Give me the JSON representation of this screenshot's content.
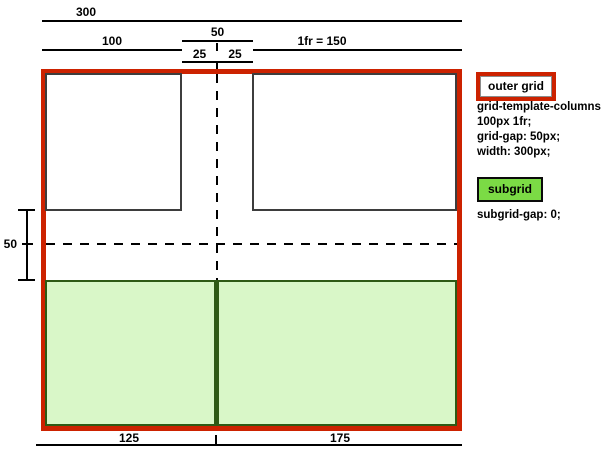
{
  "diagram": {
    "top": {
      "total_width": "300",
      "col1": "100",
      "col_gap": "50",
      "gap_half_left": "25",
      "gap_half_right": "25",
      "col2": "1fr = 150"
    },
    "left": {
      "row_gap": "50"
    },
    "bottom": {
      "sub_col1": "125",
      "sub_col2": "175"
    }
  },
  "legend": {
    "outer": {
      "label": "outer grid",
      "line1": "grid-template-columns:",
      "line2": "100px 1fr;",
      "line3": "grid-gap: 50px;",
      "line4": "width: 300px;"
    },
    "subgrid": {
      "label": "subgrid",
      "line1": "subgrid-gap: 0;"
    }
  },
  "colors": {
    "outer_border_red": "#cc2200",
    "subgrid_fill_green": "#d9f7c8",
    "subgrid_dark_green": "#2e5a15",
    "legend_subgrid_green": "#7bdb45"
  }
}
